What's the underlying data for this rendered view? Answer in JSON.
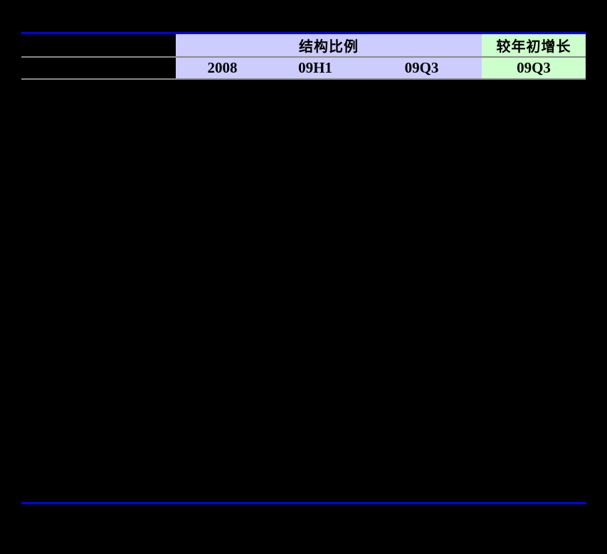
{
  "table": {
    "groups": {
      "structure": {
        "label": "结构比例",
        "columns": [
          "2008",
          "09H1",
          "09Q3"
        ]
      },
      "growth": {
        "label": "较年初增长",
        "columns": [
          "09Q3"
        ]
      }
    },
    "colors": {
      "page_background": "#000000",
      "structure_header_bg": "#CCCCFF",
      "growth_header_bg": "#CCFFCC",
      "rule_blue": "#0000FF",
      "separator_gray": "#8A8A8A",
      "header_text": "#000000"
    }
  }
}
